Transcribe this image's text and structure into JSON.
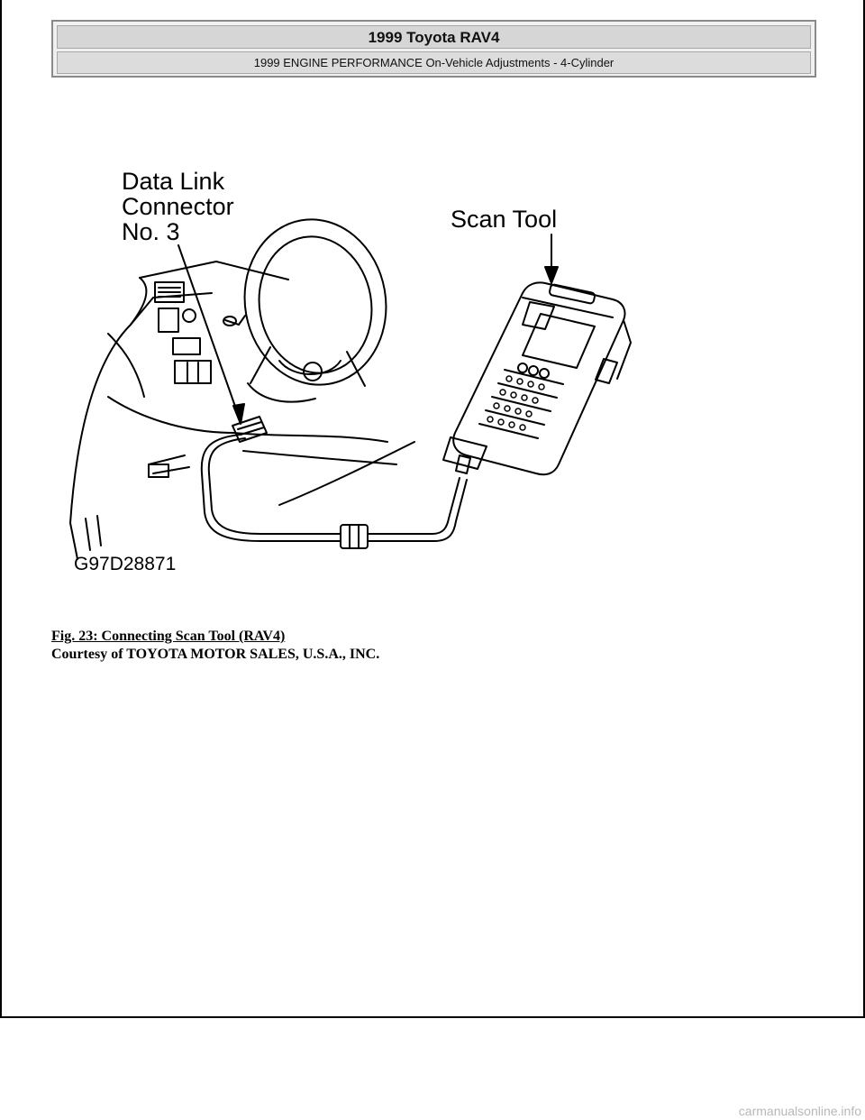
{
  "header": {
    "title": "1999 Toyota RAV4",
    "subtitle": "1999 ENGINE PERFORMANCE On-Vehicle Adjustments - 4-Cylinder"
  },
  "figure": {
    "labels": {
      "connector_line1": "Data Link",
      "connector_line2": "Connector",
      "connector_line3": "No. 3",
      "scan_tool": "Scan Tool",
      "figure_code": "G97D28871"
    }
  },
  "caption": {
    "title": "Fig. 23: Connecting Scan Tool (RAV4)",
    "credit": "Courtesy of TOYOTA MOTOR SALES, U.S.A., INC."
  },
  "footer": {
    "watermark": "carmanualsonline.info"
  }
}
